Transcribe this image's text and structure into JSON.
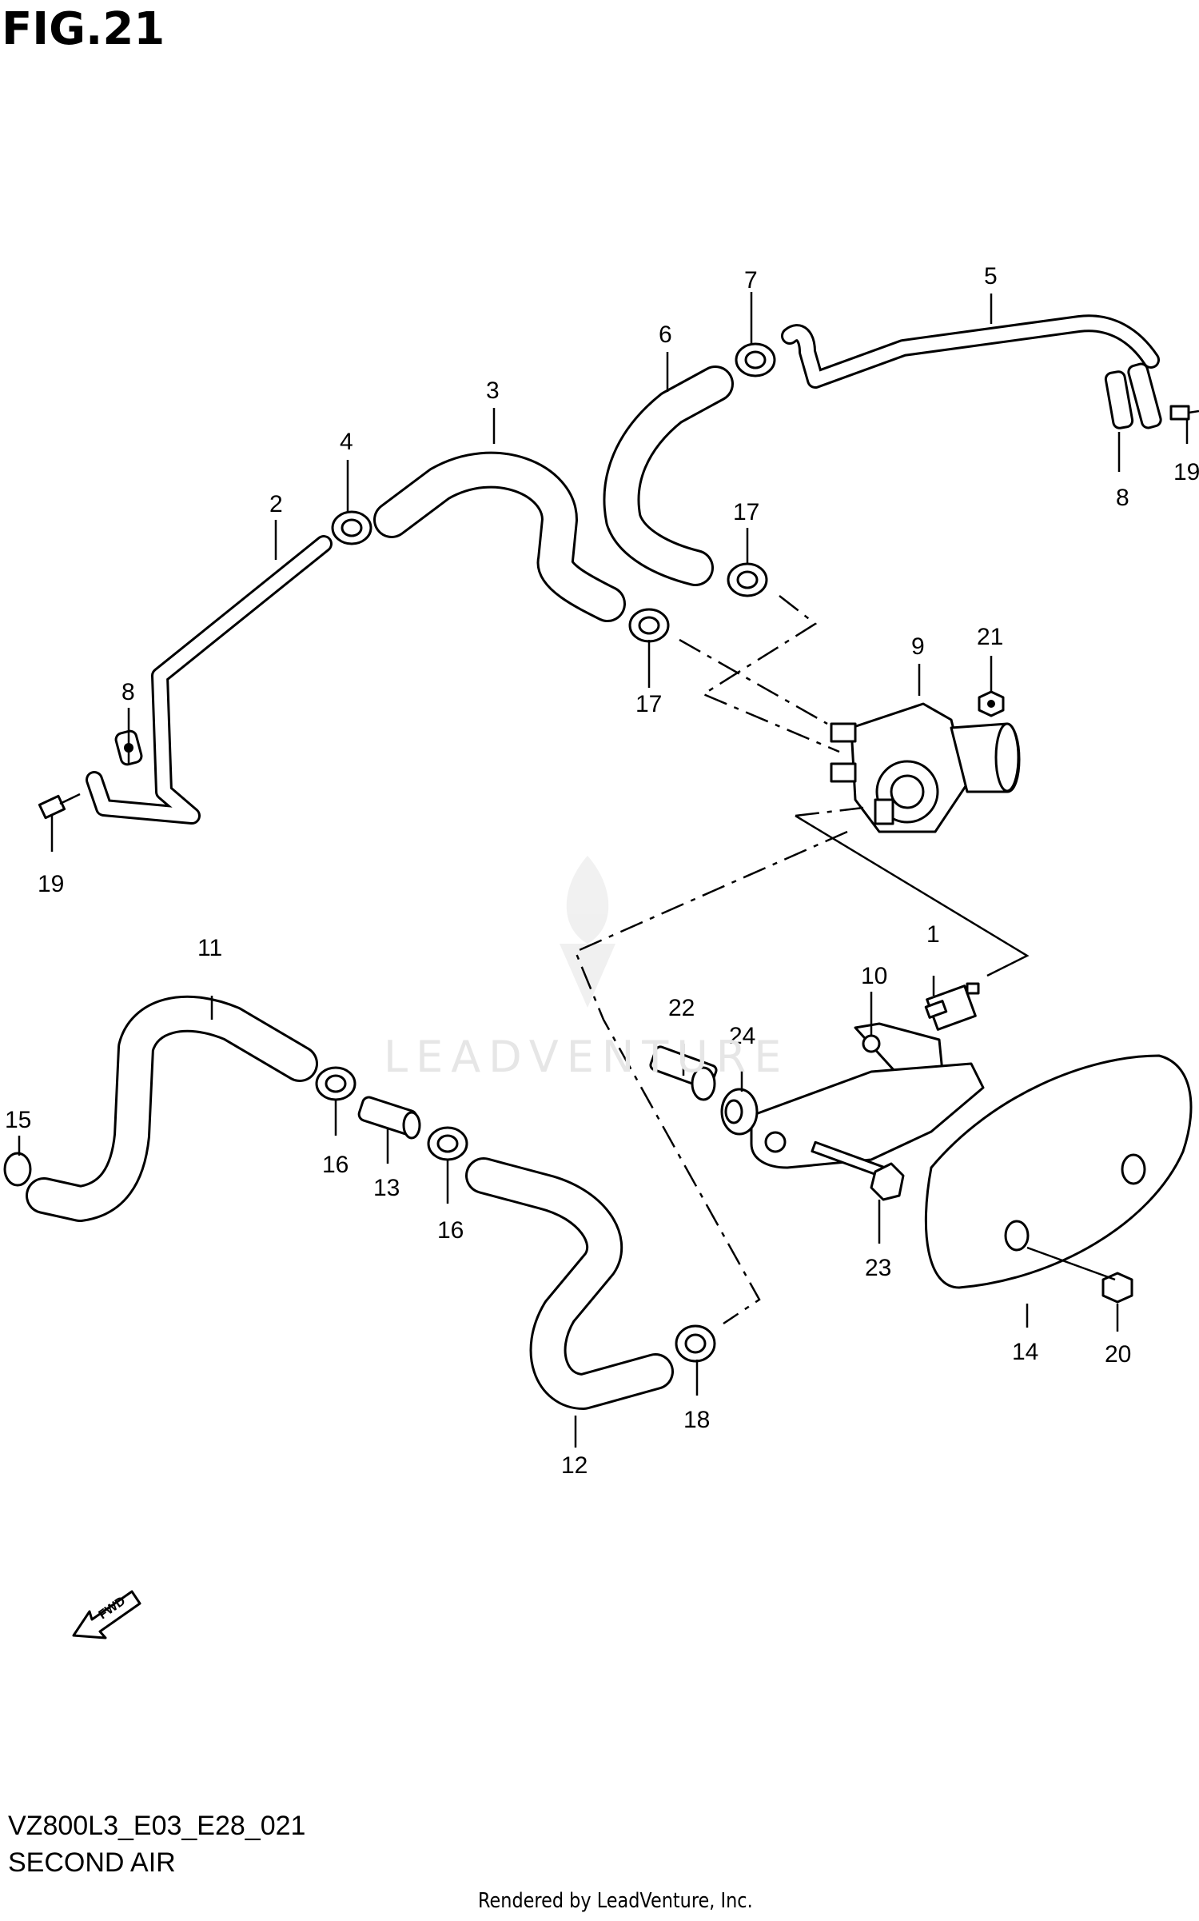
{
  "figure": {
    "title": "FIG.21",
    "model_code": "VZ800L3_E03_E28_021",
    "section_name": "SECOND AIR",
    "rendered_by": "Rendered by LeadVenture, Inc.",
    "watermark": "LEADVENTURE",
    "fwd_badge": "FWD"
  },
  "callouts": {
    "c1": "1",
    "c2": "2",
    "c3": "3",
    "c4": "4",
    "c5": "5",
    "c6": "6",
    "c7": "7",
    "c8a": "8",
    "c8b": "8",
    "c9": "9",
    "c10": "10",
    "c11": "11",
    "c12": "12",
    "c13": "13",
    "c14": "14",
    "c15": "15",
    "c16a": "16",
    "c16b": "16",
    "c17a": "17",
    "c17b": "17",
    "c18": "18",
    "c19a": "19",
    "c19b": "19",
    "c20": "20",
    "c21": "21",
    "c22": "22",
    "c23": "23",
    "c24": "24"
  },
  "colors": {
    "ink": "#000000",
    "paper": "#ffffff",
    "watermark": "#e6e6e6"
  }
}
